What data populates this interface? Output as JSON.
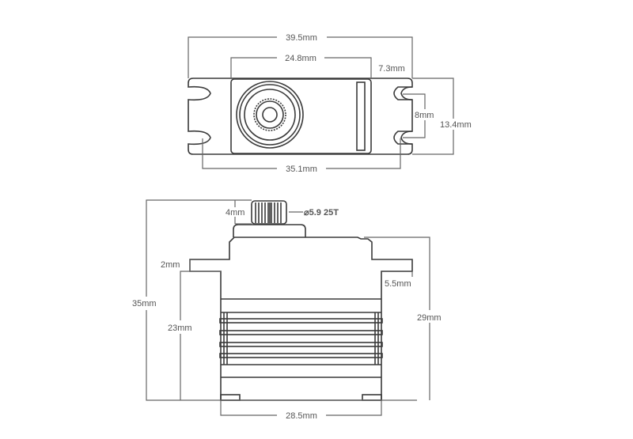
{
  "top_view": {
    "overall_width": "39.5mm",
    "body_width": "24.8mm",
    "flange_overhang": "7.3mm",
    "slot_spacing": "8mm",
    "flange_height": "13.4mm",
    "hole_spacing": "35.1mm"
  },
  "side_view": {
    "spline_height": "4mm",
    "spline_spec": "⌀5.9 25T",
    "total_height": "35mm",
    "flange_thickness": "2mm",
    "mount_to_base": "23mm",
    "flange_to_top": "5.5mm",
    "case_height": "29mm",
    "case_width": "28.5mm"
  },
  "colors": {
    "line": "#3a3a3a",
    "label": "#555555"
  }
}
